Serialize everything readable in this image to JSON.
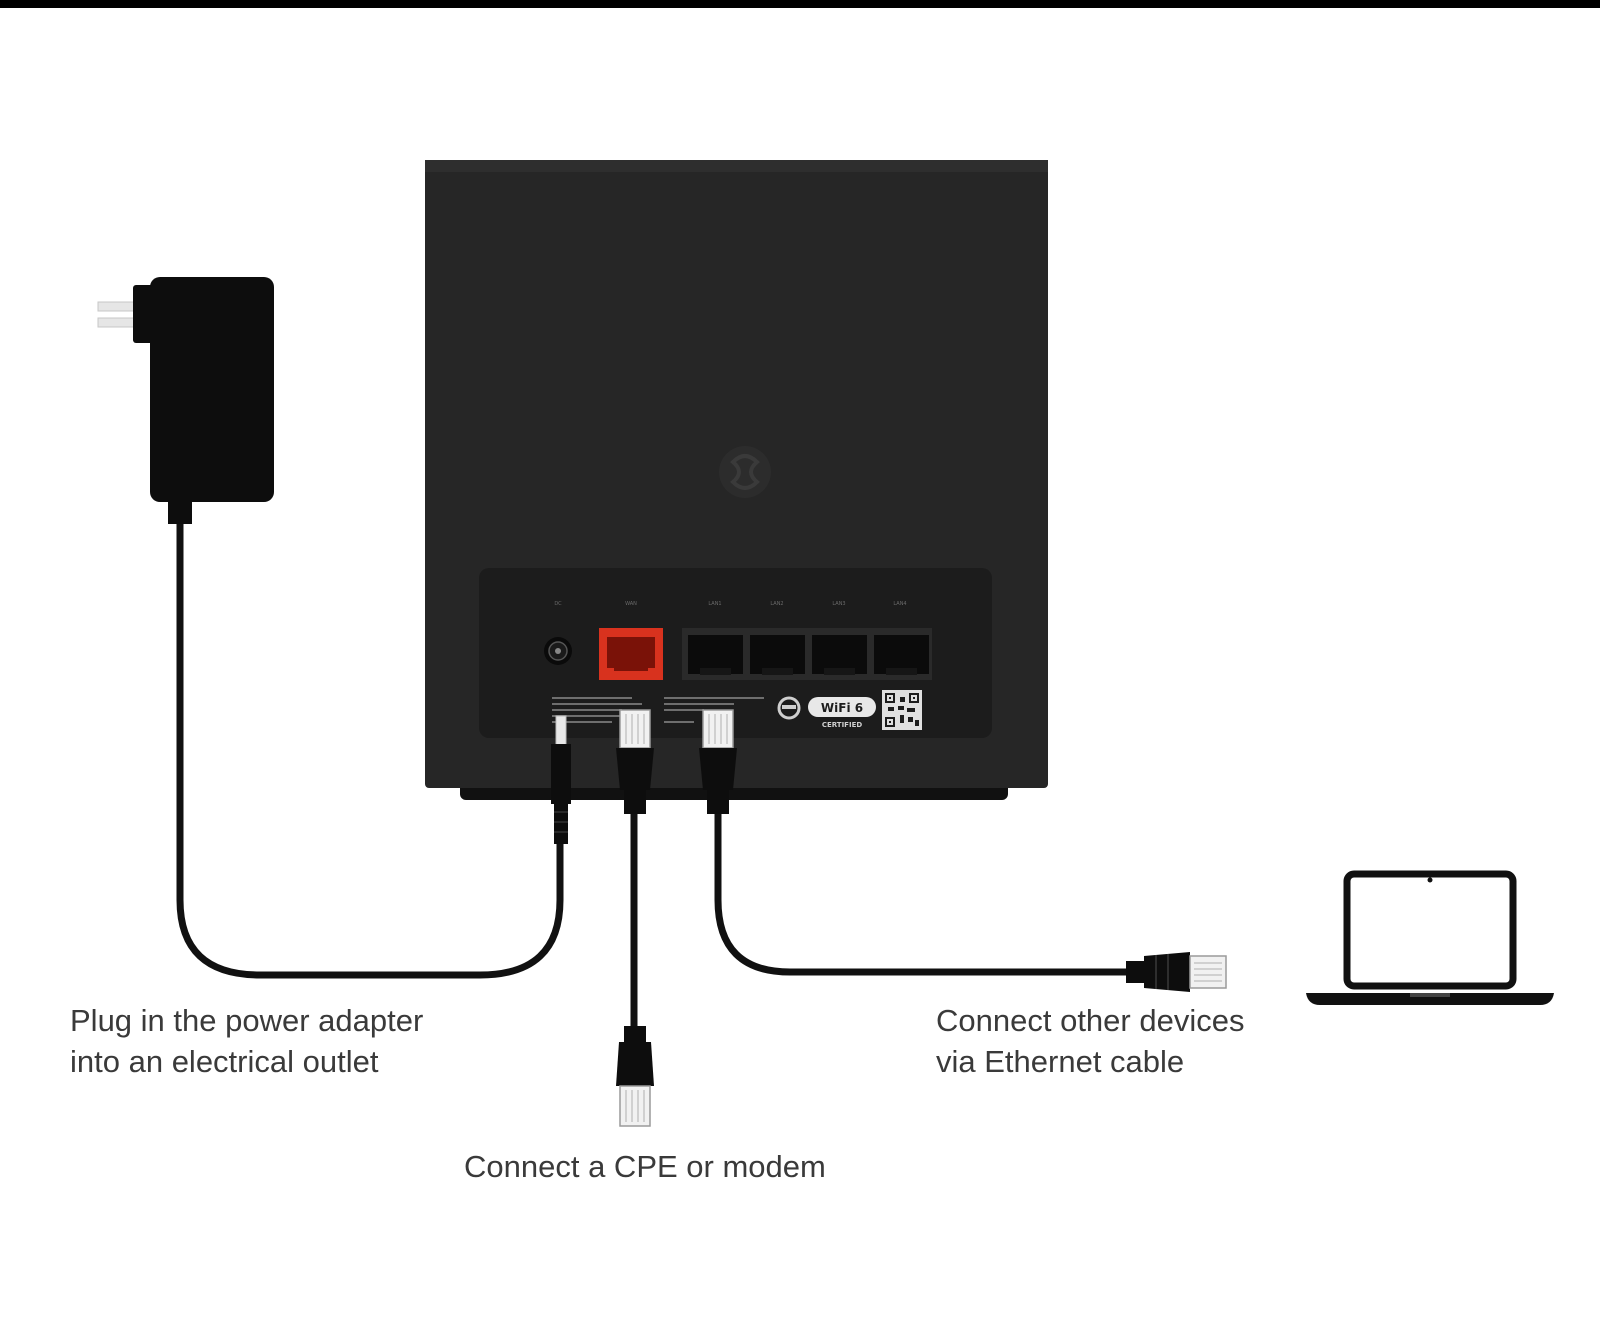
{
  "captions": {
    "power": [
      "Plug in the power adapter",
      "into an electrical outlet"
    ],
    "ethernet": [
      "Connect other devices",
      "via Ethernet cable"
    ],
    "cpe": "Connect a CPE or modem"
  },
  "router": {
    "port_labels": [
      "DC",
      "WAN",
      "LAN1",
      "LAN2",
      "LAN3",
      "LAN4"
    ],
    "wifi_badge": "WiFi 6",
    "wifi_certified": "CERTIFIED"
  },
  "colors": {
    "router_body": "#262626",
    "panel": "#1c1c1c",
    "wan_port": "#d8321e",
    "cable": "#111111",
    "caption_text": "#3a3a3a"
  },
  "icons": [
    "power-adapter-icon",
    "router-icon",
    "ethernet-plug-icon",
    "laptop-icon",
    "qr-code-icon"
  ]
}
